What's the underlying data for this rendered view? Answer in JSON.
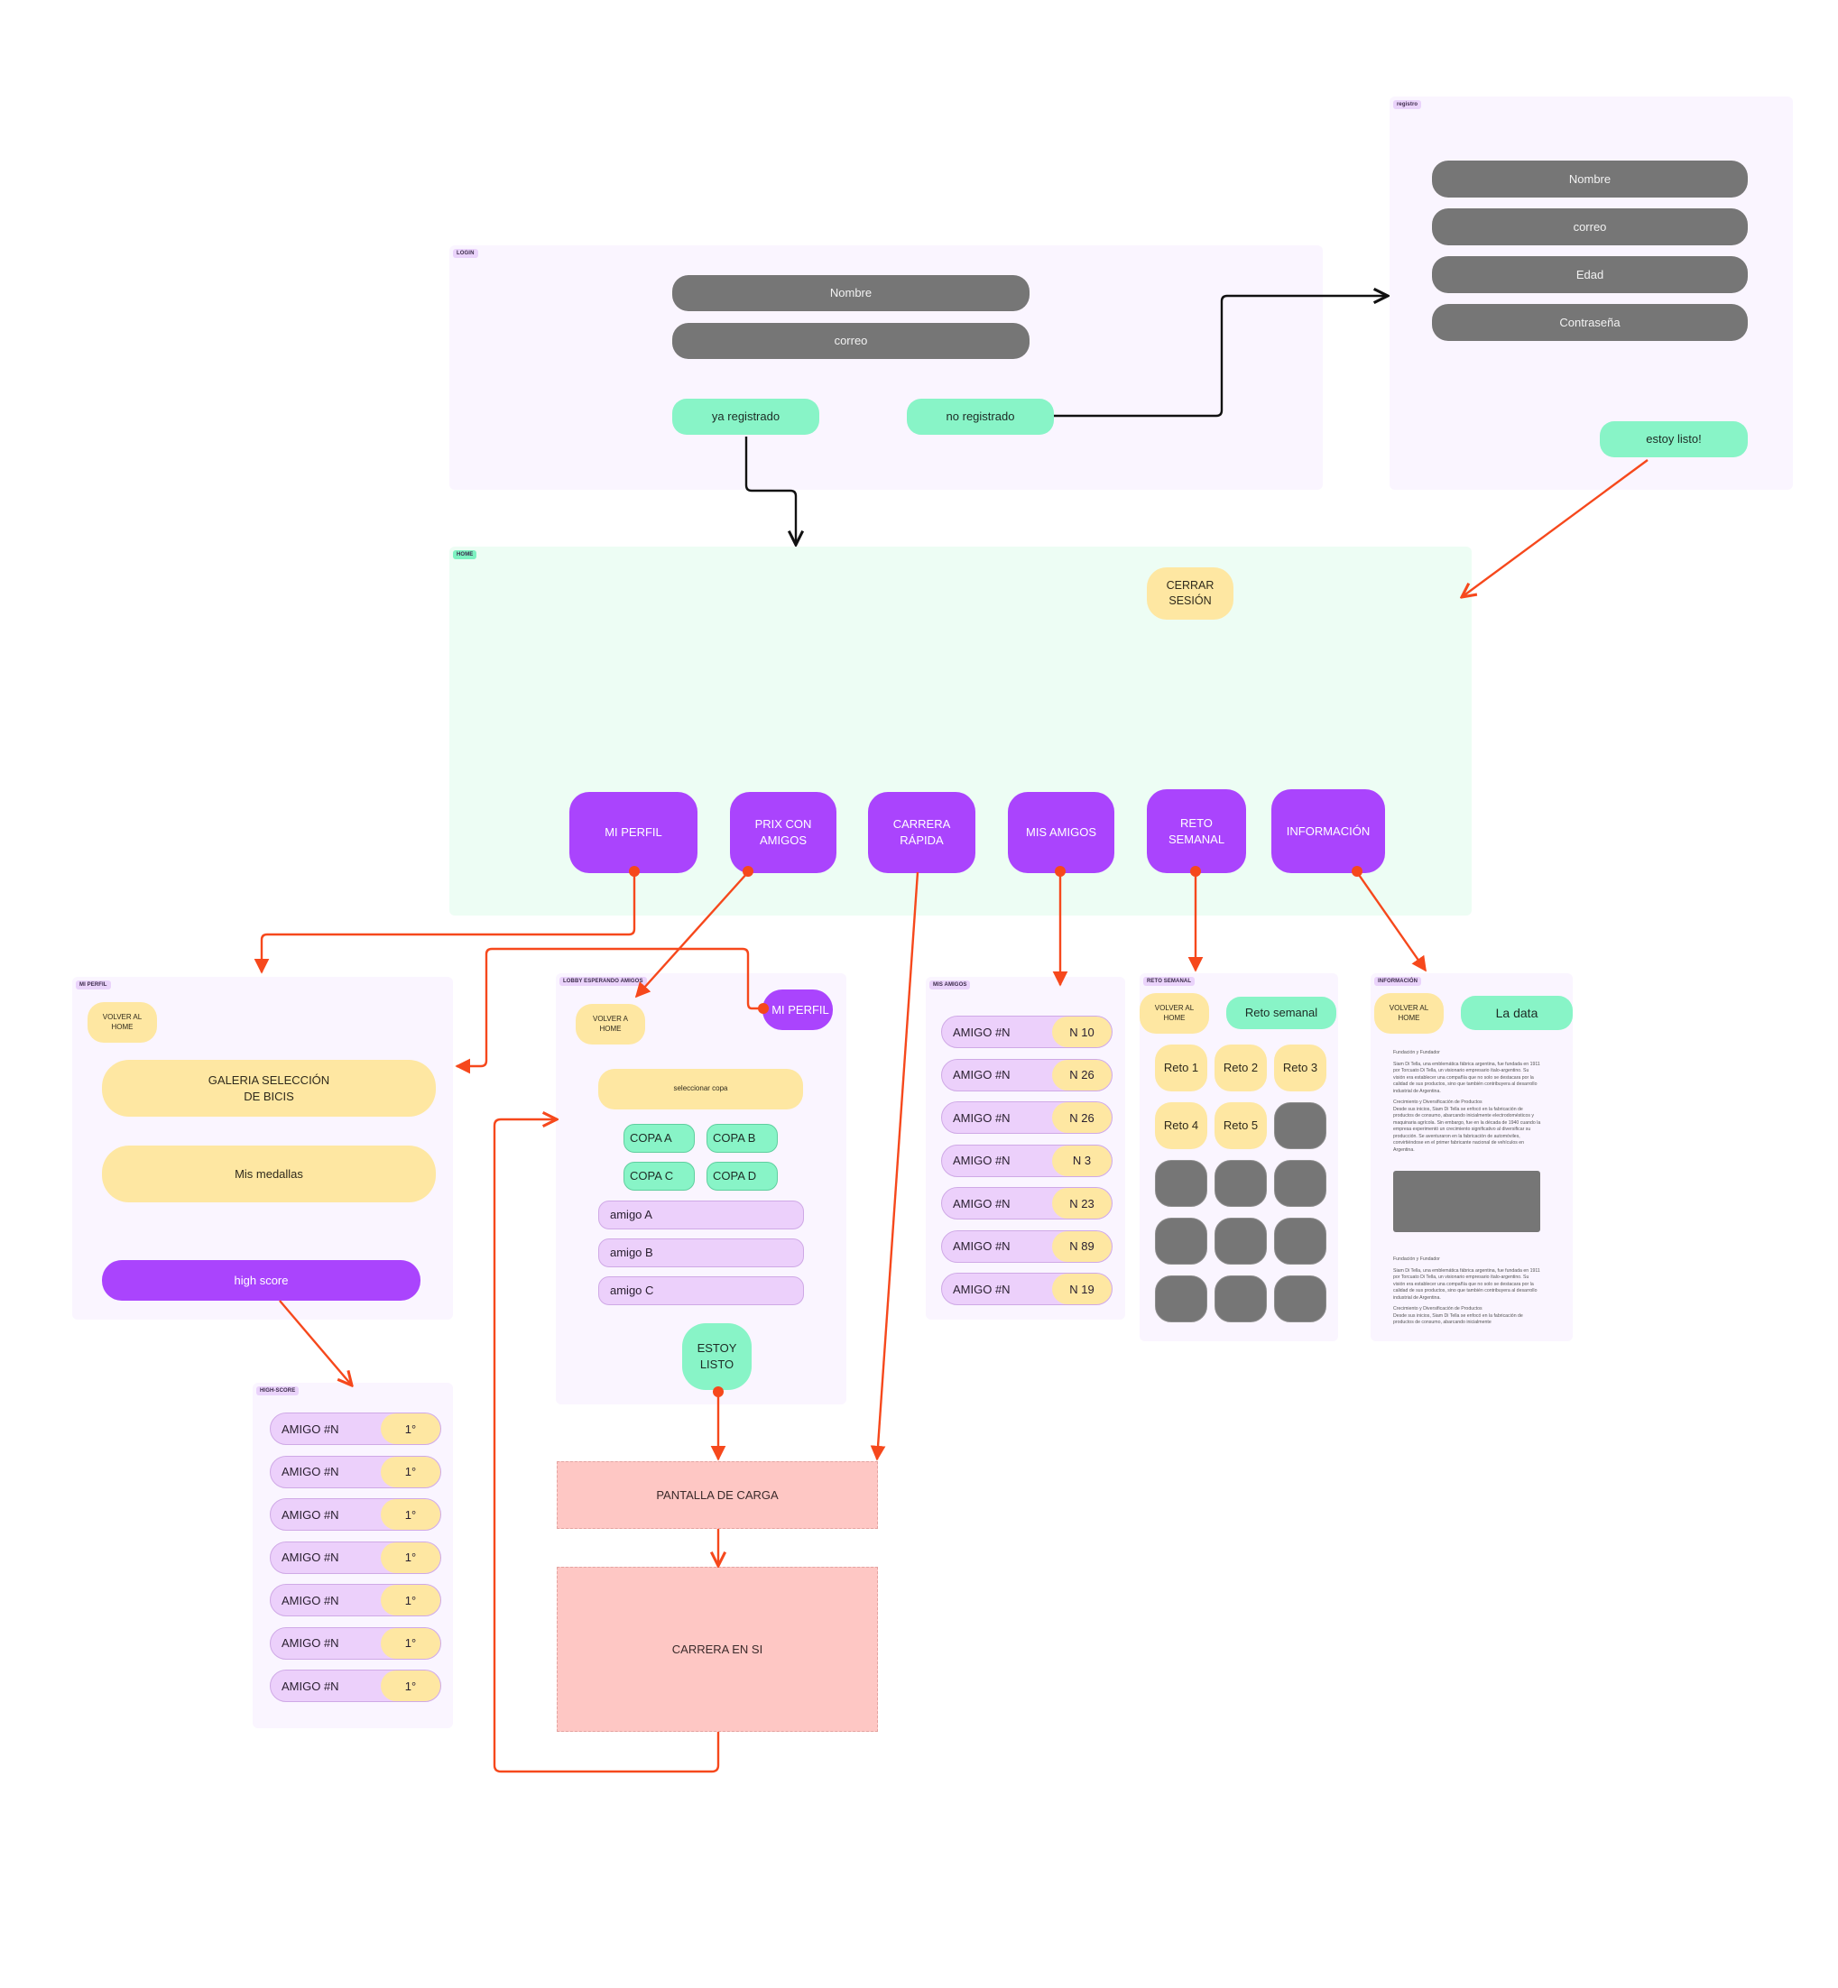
{
  "login": {
    "tag": "LOGIN",
    "fields": [
      "Nombre",
      "correo"
    ],
    "btn_registered": "ya registrado",
    "btn_not_registered": "no registrado"
  },
  "registro": {
    "tag": "registro",
    "fields": [
      "Nombre",
      "correo",
      "Edad",
      "Contraseña"
    ],
    "btn_ready": "estoy listo!"
  },
  "home": {
    "tag": "HOME",
    "logout": "CERRAR SESIÓN",
    "menu": [
      "MI PERFIL",
      "PRIX CON AMIGOS",
      "CARRERA RÁPIDA",
      "MIS AMIGOS",
      "RETO SEMANAL",
      "INFORMACIÓN"
    ]
  },
  "mi_perfil": {
    "tag": "MI PERFIL",
    "back": "VOLVER AL HOME",
    "gallery": "GALERIA SELECCIÓN DE BICIS",
    "medals": "Mis medallas",
    "high_score": "high score"
  },
  "high_score": {
    "tag": "HIGH-SCORE",
    "rows": [
      {
        "name": "AMIGO #N",
        "rank": "1°"
      },
      {
        "name": "AMIGO #N",
        "rank": "1°"
      },
      {
        "name": "AMIGO #N",
        "rank": "1°"
      },
      {
        "name": "AMIGO #N",
        "rank": "1°"
      },
      {
        "name": "AMIGO #N",
        "rank": "1°"
      },
      {
        "name": "AMIGO #N",
        "rank": "1°"
      },
      {
        "name": "AMIGO #N",
        "rank": "1°"
      }
    ]
  },
  "lobby": {
    "tag": "LOBBY ESPERANDO AMIGOS",
    "back": "VOLVER A HOME",
    "profile": "MI PERFIL",
    "select_cup": "seleccionar copa",
    "cups": [
      "COPA A",
      "COPA B",
      "COPA C",
      "COPA D"
    ],
    "friends": [
      "amigo A",
      "amigo B",
      "amigo C"
    ],
    "ready": "ESTOY LISTO"
  },
  "mis_amigos": {
    "tag": "MIS AMIGOS",
    "rows": [
      {
        "name": "AMIGO #N",
        "level": "N 10"
      },
      {
        "name": "AMIGO #N",
        "level": "N 26"
      },
      {
        "name": "AMIGO #N",
        "level": "N 26"
      },
      {
        "name": "AMIGO #N",
        "level": "N 3"
      },
      {
        "name": "AMIGO #N",
        "level": "N 23"
      },
      {
        "name": "AMIGO #N",
        "level": "N 89"
      },
      {
        "name": "AMIGO #N",
        "level": "N 19"
      }
    ]
  },
  "reto_semanal": {
    "tag": "RETO SEMANAL",
    "back": "VOLVER AL HOME",
    "title": "Reto semanal",
    "retos": [
      "Reto 1",
      "Reto 2",
      "Reto 3",
      "Reto 4",
      "Reto 5"
    ],
    "locked_count": 10
  },
  "informacion": {
    "tag": "INFORMACIÓN",
    "back": "VOLVER AL HOME",
    "title": "La data",
    "section1_title": "Fundación y Fundador",
    "section1_body": "Siam Di Tella, una emblemática fábrica argentina, fue fundada en 1911 por Torcuato Di Tella, un visionario empresario ítalo-argentino. Su visión era establecer una compañía que no solo se destacara por la calidad de sus productos, sino que también contribuyera al desarrollo industrial de Argentina.",
    "section2_title": "Crecimiento y Diversificación de Productos",
    "section2_body": "Desde sus inicios, Siam Di Tella se enfocó en la fabricación de productos de consumo, abarcando inicialmente electrodomésticos y maquinaria agrícola. Sin embargo, fue en la década de 1940 cuando la empresa experimentó un crecimiento significativo al diversificar su producción. Se aventuraron en la fabricación de automóviles, convirtiéndose en el primer fabricante nacional de vehículos en Argentina.",
    "section3_title": "Fundación y Fundador",
    "section3_body": "Siam Di Tella, una emblemática fábrica argentina, fue fundada en 1911 por Torcuato Di Tella, un visionario empresario ítalo-argentino. Su visión era establecer una compañía que no solo se destacara por la calidad de sus productos, sino que también contribuyera al desarrollo industrial de Argentina.",
    "section4_title": "Crecimiento y Diversificación de Productos",
    "section4_body": "Desde sus inicios, Siam Di Tella se enfocó en la fabricación de productos de consumo, abarcando inicialmente"
  },
  "race": {
    "loading": "PANTALLA DE CARGA",
    "race": "CARRERA EN SI"
  },
  "colors": {
    "connector_primary": "#f6481c",
    "connector_secondary": "#111111",
    "accent_purple": "#aa44fd",
    "accent_green": "#88f4c7",
    "accent_yellow": "#fee7a2",
    "field_gray": "#767676",
    "race_salmon": "#fec7c4"
  }
}
